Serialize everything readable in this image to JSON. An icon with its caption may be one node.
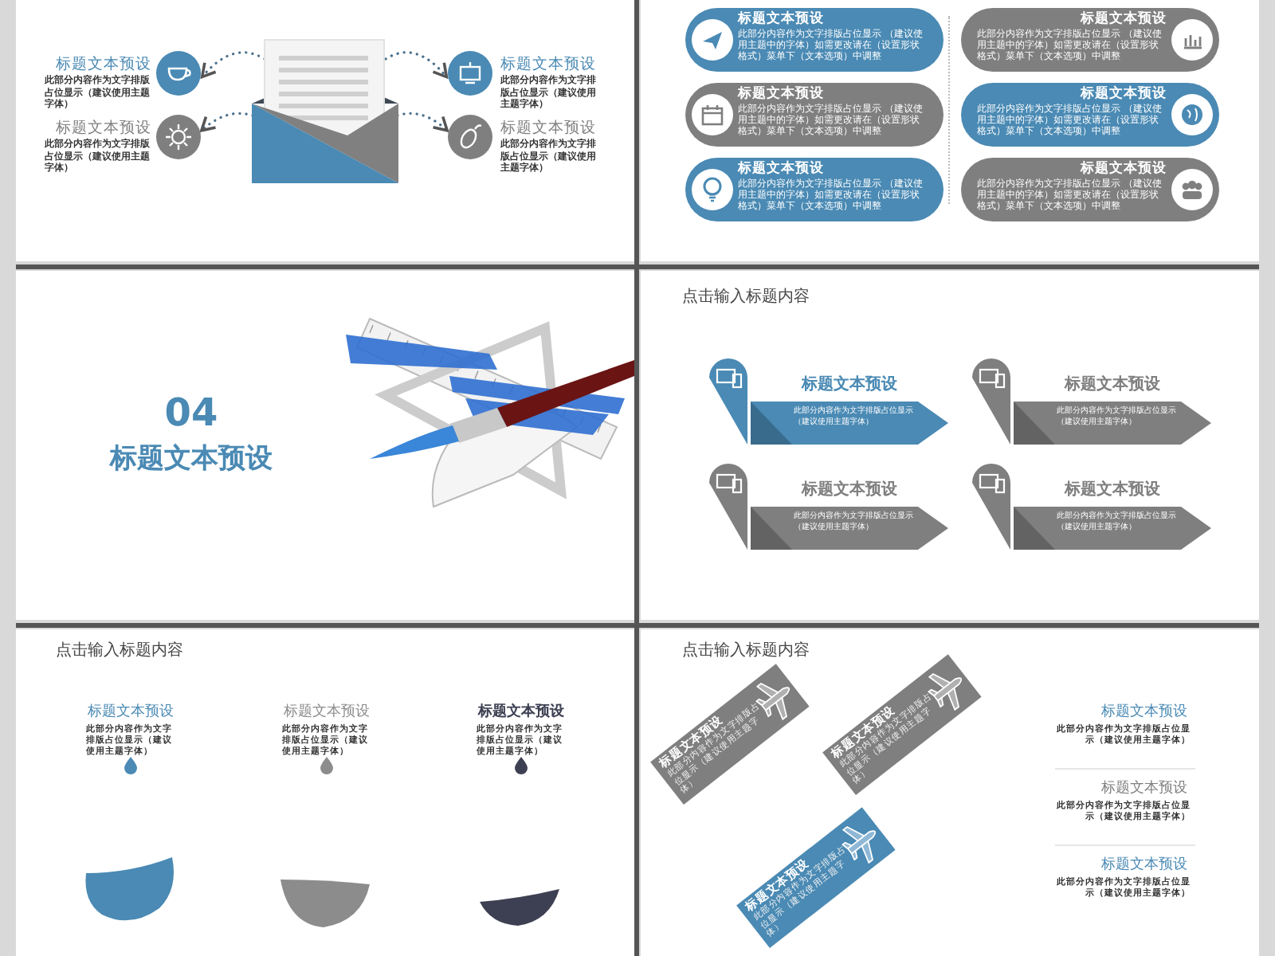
{
  "diagram": {
    "nodes": [
      {
        "text": [],
        "shape": "circle",
        "beside": [
          "标题文本预设",
          "此部分内容作为文字排版占位显示（建议使用主题字体）"
        ]
      },
      {
        "text": [],
        "shape": "circle",
        "beside": [
          "标题文本预设",
          "此部分内容作为文字排版占位显示（建议使用主题字体）"
        ]
      },
      {
        "text": [],
        "shape": "picture"
      },
      {
        "text": [],
        "shape": "circle",
        "beside": [
          "标题文本预设",
          "此部分内容作为文字排版占位显示（建议使用主题字体）"
        ]
      },
      {
        "text": [],
        "shape": "circle",
        "beside": [
          "标题文本预设",
          "此部分内容作为文字排版占位显示（建议使用主题字体）"
        ]
      },
      {
        "text": [
          "标题文本预设",
          "此部分内容作为文字排版占位显示 （建议使用主题中的字体）如需更改请在（设置形状格式）菜单下（文本选项）中调整"
        ]
      },
      {
        "text": [
          "标题文本预设",
          "此部分内容作为文字排版占位显示 （建议使用主题中的字体）如需更改请在（设置形状格式）菜单下（文本选项）中调整"
        ]
      },
      {
        "text": [
          "标题文本预设",
          "此部分内容作为文字排版占位显示 （建议使用主题中的字体）如需更改请在（设置形状格式）菜单下（文本选项）中调整"
        ]
      },
      {
        "text": [
          "标题文本预设",
          "此部分内容作为文字排版占位显示 （建议使用主题中的字体）如需更改请在（设置形状格式）菜单下（文本选项）中调整"
        ]
      },
      {
        "text": [
          "标题文本预设",
          "此部分内容作为文字排版占位显示 （建议使用主题中的字体）如需更改请在（设置形状格式）菜单下（文本选项）中调整"
        ]
      },
      {
        "text": [
          "标题文本预设",
          "此部分内容作为文字排版占位显示 （建议使用主题中的字体）如需更改请在（设置形状格式）菜单下（文本选项）中调整"
        ]
      },
      {
        "text": [
          "标题文本预设",
          "此部分内容作为文字排版占位显示（建议使用主题字体）"
        ]
      },
      {
        "text": [
          "标题文本预设",
          "此部分内容作为文字排版占位显示（建议使用主题字体）"
        ]
      },
      {
        "text": [
          "标题文本预设",
          "此部分内容作为文字排版占位显示（建议使用主题字体）"
        ]
      },
      {
        "text": [
          "标题文本预设",
          "此部分内容作为文字排版占位显示（建议使用主题字体）"
        ]
      },
      {
        "text": [
          "标题文本预设",
          "此部分内容作为文字排版占位显示（建议使用主题字体）"
        ]
      },
      {
        "text": [
          "标题文本预设",
          "此部分内容作为文字排版占位显示（建议使用主题字体）"
        ]
      },
      {
        "text": [
          "标题文本预设",
          "此部分内容作为文字排版占位显示（建议使用主题字体）"
        ]
      }
    ],
    "edges": [
      {
        "from": 2,
        "to": 0,
        "arrow": "to",
        "style": "dashed"
      },
      {
        "from": 2,
        "to": 1,
        "arrow": "to",
        "style": "dashed"
      },
      {
        "from": 2,
        "to": 3,
        "arrow": "to",
        "style": "dashed"
      },
      {
        "from": 2,
        "to": 4,
        "arrow": "to",
        "style": "dashed"
      }
    ],
    "labels": [
      "04",
      "标题文本预设",
      "点击输入标题内容",
      "点击输入标题内容",
      "标题文本预设",
      "此部分内容作为文字排版占位显示（建议使用主题字体）",
      "标题文本预设",
      "此部分内容作为文字排版占位显示（建议使用主题字体）",
      "标题文本预设",
      "此部分内容作为文字排版占位显示（建议使用主题字体）",
      "点击输入标题内容",
      "标题文本预设",
      "此部分内容作为文字排版占位显示（建议使用主题字体）",
      "标题文本预设",
      "此部分内容作为文字排版占位显示（建议使用主题字体）",
      "标题文本预设",
      "此部分内容作为文字排版占位显示（建议使用主题字体）"
    ]
  }
}
